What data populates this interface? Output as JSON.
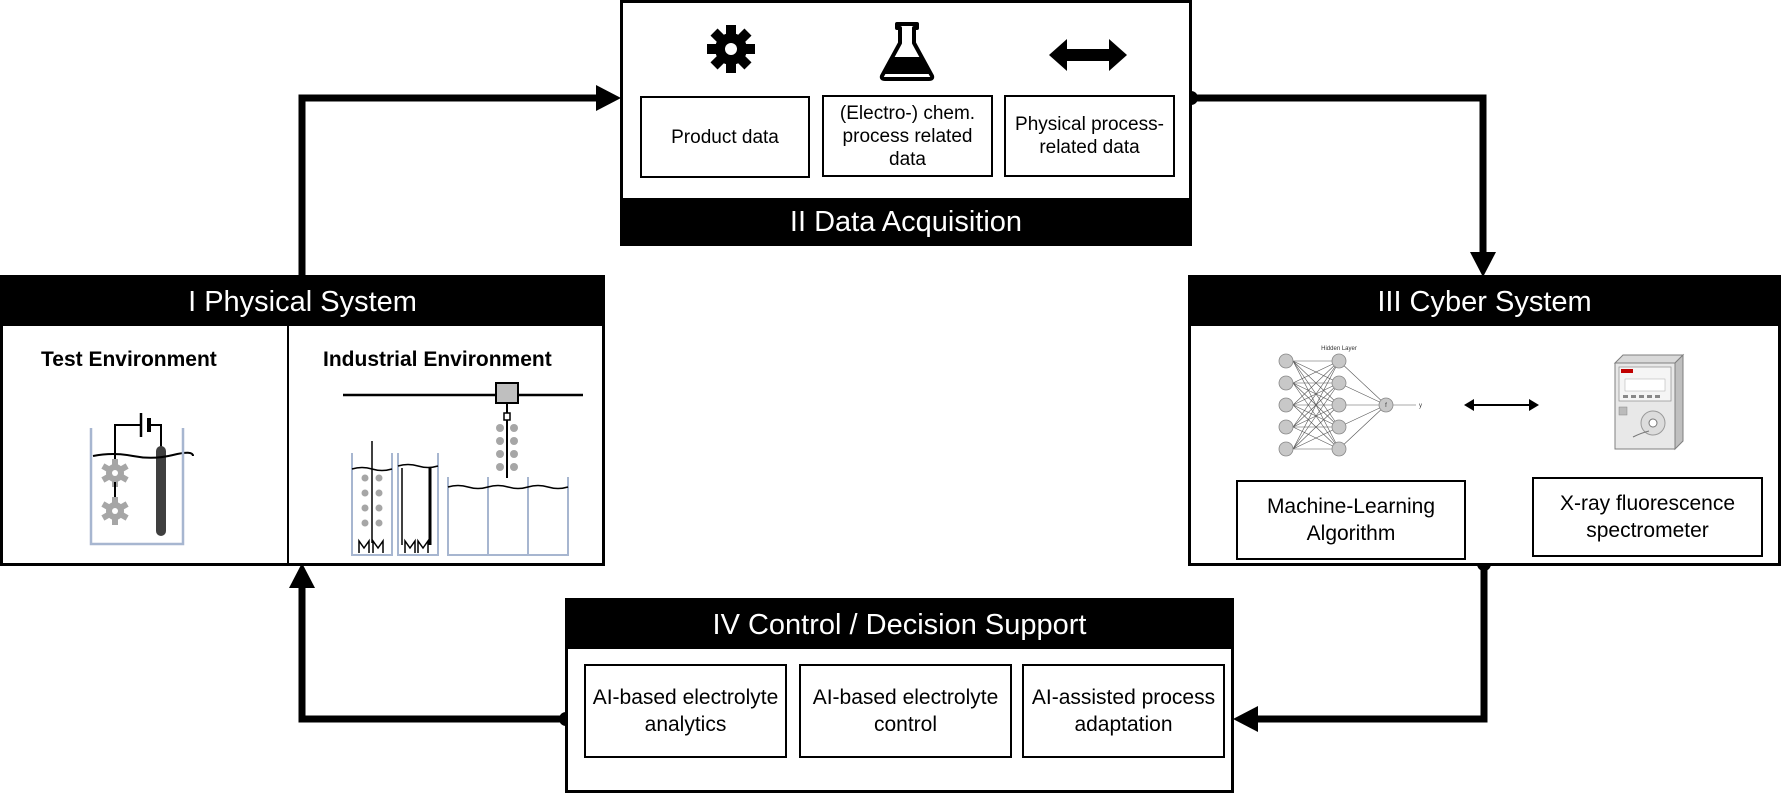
{
  "data_acquisition": {
    "title": "II Data Acquisition",
    "icons": [
      "gear-icon",
      "flask-icon",
      "double-arrow-icon"
    ],
    "boxes": [
      "Product data",
      "(Electro-) chem. process related data",
      "Physical process-related data"
    ]
  },
  "physical_system": {
    "title": "I Physical System",
    "test_env": "Test Environment",
    "industrial_env": "Industrial Environment"
  },
  "cyber_system": {
    "title": "III Cyber System",
    "nn_hidden_label": "Hidden Layer",
    "nn_output_label": "y",
    "nn_node_label": "f",
    "boxes": [
      "Machine-Learning Algorithm",
      "X-ray fluorescence spectrometer"
    ]
  },
  "control": {
    "title": "IV Control / Decision Support",
    "boxes": [
      "AI-based electrolyte analytics",
      "AI-based electrolyte control",
      "AI-assisted process adaptation"
    ]
  },
  "colors": {
    "primary": "#000000",
    "icon_gray": "#a6a6a6",
    "tank_blue": "#a7b6d0"
  }
}
